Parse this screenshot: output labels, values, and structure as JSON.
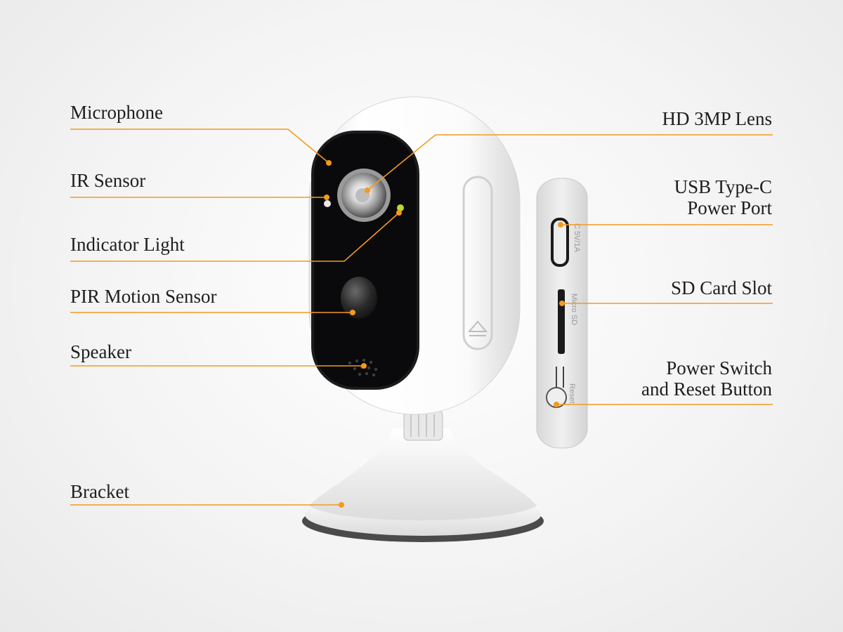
{
  "colors": {
    "leader_line": "#f39a1e",
    "device_body": "#ffffff",
    "face_panel": "#0a0a0c",
    "side_panel": "#e6e6e6"
  },
  "labels": {
    "microphone": "Microphone",
    "ir_sensor": "IR Sensor",
    "indicator_light": "Indicator Light",
    "pir_motion_sensor": "PIR Motion Sensor",
    "speaker": "Speaker",
    "bracket": "Bracket",
    "hd_lens": "HD 3MP Lens",
    "usb_port_line1": "USB Type-C",
    "usb_port_line2": "Power Port",
    "sd_card_slot": "SD Card Slot",
    "power_switch_line1": "Power Switch",
    "power_switch_line2": "and Reset Button"
  },
  "device_markings": {
    "usb": "C 5V/1A",
    "sd": "Micro SD",
    "reset": "Reset"
  }
}
